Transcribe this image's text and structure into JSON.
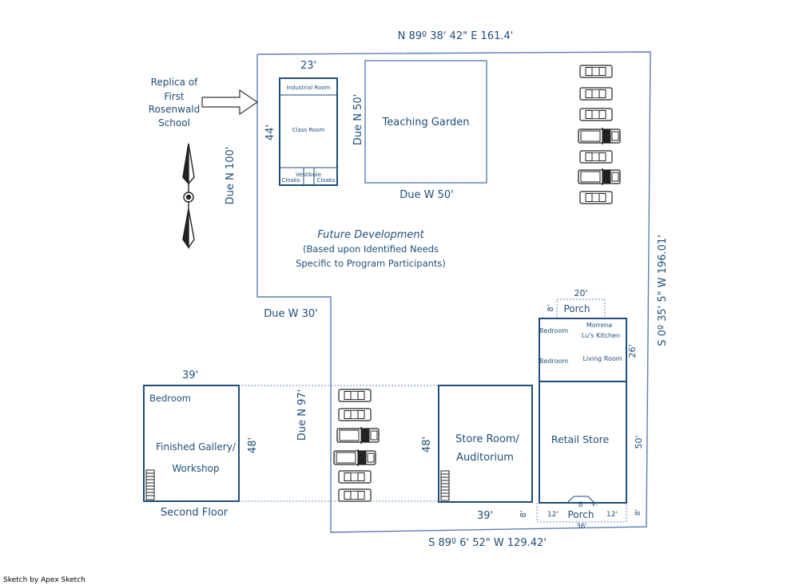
{
  "survey": {
    "north_boundary": "N 89º 38' 42\" E  161.4'",
    "south_boundary": "S 89º 6' 52\" W  129.42'",
    "east_boundary": "S 0º 35' 5\" W  196.01'",
    "west_upper": "Due N  100'",
    "west_offset": "Due W  30'",
    "west_lower": "Due N  97'"
  },
  "callout": {
    "line1": "Replica of",
    "line2": "First",
    "line3": "Rosenwald",
    "line4": "School"
  },
  "school": {
    "width": "23'",
    "depth": "44'",
    "industrial": "Industrial Room",
    "classroom": "Class Room",
    "vestibule": "Vestibule",
    "cloaks_left": "Cloaks",
    "cloaks_right": "Cloaks"
  },
  "garden": {
    "label": "Teaching Garden",
    "side": "Due N  50'",
    "bottom": "Due W  50'"
  },
  "future": {
    "title": "Future Development",
    "line1": "(Based upon Identified Needs",
    "line2": "Specific to Program Participants)"
  },
  "gallery": {
    "width": "39'",
    "depth": "48'",
    "bedroom": "Bedroom",
    "label1": "Finished Gallery/",
    "label2": "Workshop",
    "floor": "Second Floor"
  },
  "store_room": {
    "label1": "Store Room/",
    "label2": "Auditorium",
    "depth": "48'",
    "width": "39'",
    "porch_depth": "8'"
  },
  "house": {
    "porch_width": "20'",
    "porch_depth": "8'",
    "porch": "Porch",
    "bedroom1": "Bedroom",
    "bedroom2": "Bedroom",
    "kitchen1": "Momma",
    "kitchen2": "Lu's Kitchen",
    "living": "Living Room",
    "depth": "26'"
  },
  "retail": {
    "label": "Retail Store",
    "depth": "50'",
    "porch": "Porch",
    "porch_left": "12'",
    "porch_right": "12'",
    "porch_mid": "8'",
    "porch_angle": "4'",
    "porch_width": "36'",
    "porch_depth": "8'"
  },
  "footer": "Sketch by Apex Sketch",
  "colors": {
    "ink": "#1f4e79",
    "boundary": "#5b7fb0"
  }
}
